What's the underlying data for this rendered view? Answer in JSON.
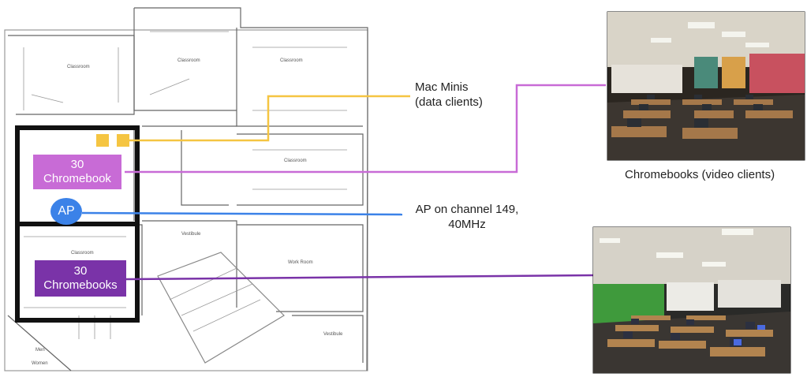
{
  "callouts": {
    "mac_minis": [
      "Mac Minis",
      "(data clients)"
    ],
    "ap": [
      "AP on channel 149,",
      "40MHz"
    ],
    "chromebooks_video": "Chromebooks (video clients)"
  },
  "markers": {
    "chromebook_box_1": [
      "30",
      "Chromebook"
    ],
    "chromebook_box_2": [
      "30",
      "Chromebooks"
    ],
    "ap_badge": "AP"
  },
  "colors": {
    "mac_line": "#f5c542",
    "chromebook_1": "#c86bd6",
    "chromebook_2": "#7a33a8",
    "ap": "#3b82e8"
  },
  "floorplan_labels": {
    "classroom": "Classroom",
    "vestibule": "Vestibule",
    "work_room": "Work Room",
    "men": "Men",
    "women": "Women"
  }
}
